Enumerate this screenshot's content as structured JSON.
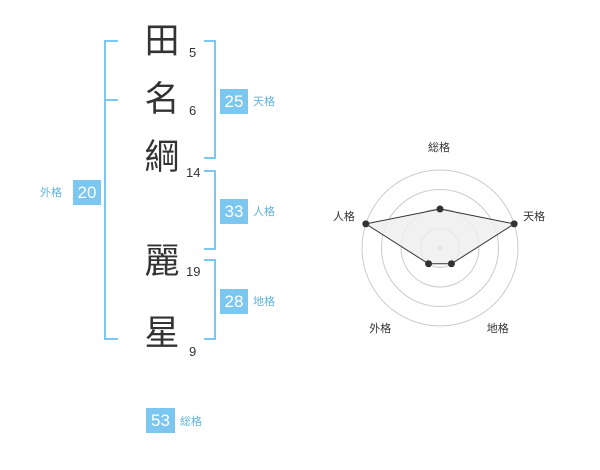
{
  "colors": {
    "accent": "#7cc7f0",
    "text": "#333333",
    "grid": "#cccccc",
    "polygon_fill": "#eeeeee"
  },
  "name_chars": [
    {
      "char": "田",
      "strokes": "5"
    },
    {
      "char": "名",
      "strokes": "6"
    },
    {
      "char": "綱",
      "strokes": "14"
    },
    {
      "char": "麗",
      "strokes": "19"
    },
    {
      "char": "星",
      "strokes": "9"
    }
  ],
  "fortunes": {
    "tenkaku": {
      "value": "25",
      "label": "天格"
    },
    "jinkaku": {
      "value": "33",
      "label": "人格"
    },
    "chikaku": {
      "value": "28",
      "label": "地格"
    },
    "gaikaku": {
      "value": "20",
      "label": "外格"
    },
    "soukaku": {
      "value": "53",
      "label": "総格"
    }
  },
  "chart_data": {
    "type": "radar",
    "axes": [
      "総格",
      "天格",
      "地格",
      "外格",
      "人格"
    ],
    "rings": 4,
    "ylim": [
      0,
      4
    ],
    "values": [
      2,
      4,
      1,
      1,
      4
    ],
    "grid": true
  }
}
